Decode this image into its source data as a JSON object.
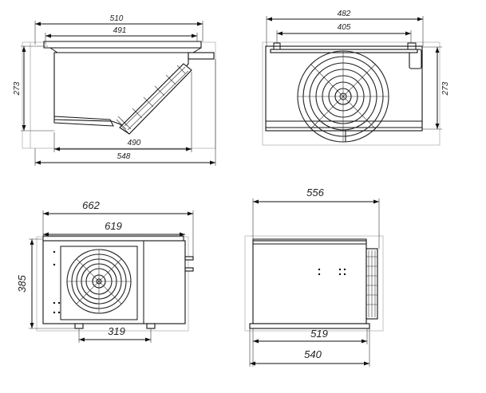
{
  "views": {
    "side_view": {
      "dims": {
        "top_outer": "510",
        "top_inner": "491",
        "height": "273",
        "inner_bottom": "490",
        "bottom_overall": "548"
      }
    },
    "front_view": {
      "dims": {
        "top_outer": "482",
        "top_inner": "405",
        "height": "273"
      }
    },
    "condensing_front": {
      "dims": {
        "top_outer": "662",
        "top_inner": "619",
        "height": "385",
        "feet": "319"
      }
    },
    "condensing_side": {
      "dims": {
        "top": "556",
        "bottom_inner": "519",
        "bottom_outer": "540"
      }
    }
  },
  "icons": [
    "fan-grille-icon",
    "fan-grille-icon",
    "arrowhead-icon"
  ]
}
